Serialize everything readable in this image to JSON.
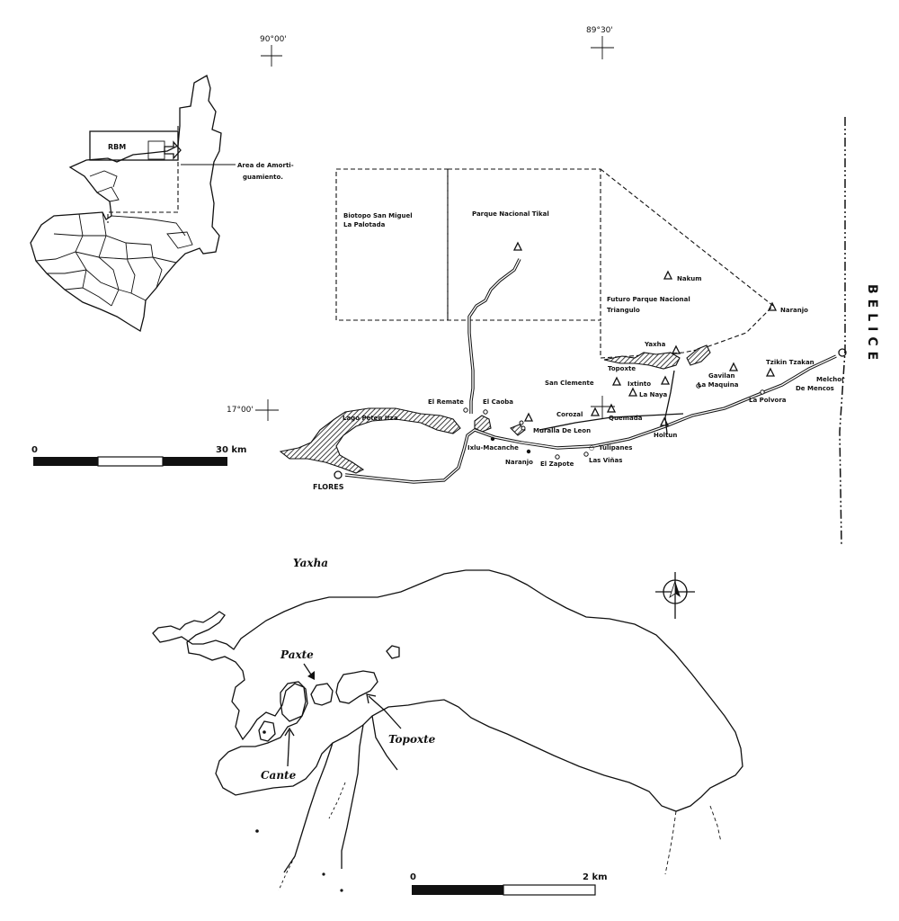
{
  "coordinates": {
    "lon_west": "90°00'",
    "lon_east": "89°30'",
    "lat": "17°00'"
  },
  "inset_map": {
    "rbm_label": "RBM",
    "buffer_label_line1": "Area de Amorti-",
    "buffer_label_line2": "guamiento."
  },
  "upper_scale": {
    "start": "0",
    "end": "30 km"
  },
  "protected_areas": {
    "biotopo_line1": "Biotopo San Miguel",
    "biotopo_line2": "La Palotada",
    "tikal": "Parque Nacional Tikal",
    "triangulo_line1": "Futuro Parque Nacional",
    "triangulo_line2": "Triangulo"
  },
  "sites": {
    "nakum": "Nakum",
    "naranjo_ne": "Naranjo",
    "yaxha": "Yaxha",
    "topoxte": "Topoxte",
    "tzikin_tzakan": "Tzikin Tzakan",
    "gavilan": "Gavilan",
    "la_maquina": "La Maquina",
    "melchor_line1": "Melchor",
    "melchor_line2": "De Mencos",
    "la_polvora": "La Polvora",
    "san_clemente": "San Clemente",
    "ixtinto": "Ixtinto",
    "la_naya": "La Naya",
    "corozal": "Corozal",
    "quemada": "Quemada",
    "holtun": "Holtun",
    "el_remate": "El Remate",
    "el_caoba": "El Caoba",
    "lago_peten_itza": "Lago Peten Itza",
    "muralla_de_leon": "Muralla De Leon",
    "ixlu_macanche": "Ixlu-Macanche",
    "naranjo_s": "Naranjo",
    "el_zapote": "El Zapote",
    "las_vinas": "Las Viñas",
    "tulipanes": "Tulipanes",
    "flores": "FLORES"
  },
  "belice": "BELICE",
  "lower_map": {
    "title": "Yaxha",
    "paxte": "Paxte",
    "cante": "Cante",
    "topoxte": "Topoxte"
  },
  "lower_scale": {
    "start": "0",
    "end": "2 km"
  }
}
